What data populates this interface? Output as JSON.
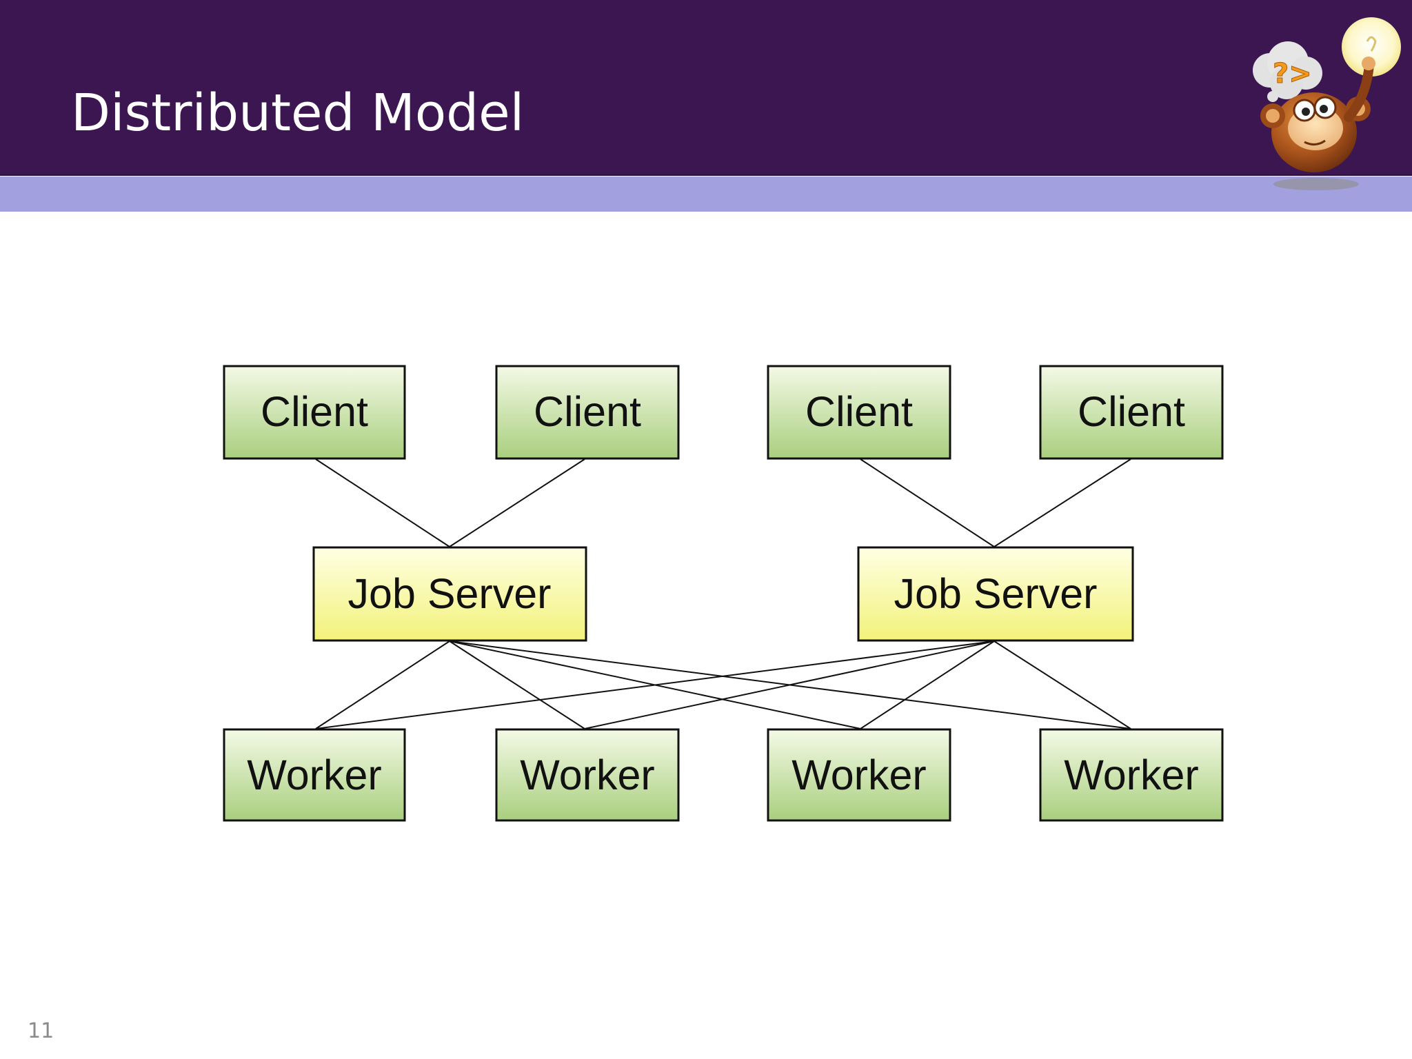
{
  "slide": {
    "title": "Distributed Model",
    "number": "11"
  },
  "mascot": {
    "icon": "confused-monkey-lightbulb-icon",
    "thought_text": "?>"
  },
  "diagram": {
    "clients": [
      "Client",
      "Client",
      "Client",
      "Client"
    ],
    "job_servers": [
      "Job Server",
      "Job Server"
    ],
    "workers": [
      "Worker",
      "Worker",
      "Worker",
      "Worker"
    ],
    "colors": {
      "header": "#3b1650",
      "stripe": "#a3a0e0",
      "green_top": "#f4f9e6",
      "green_bottom": "#a9cf7e",
      "yellow_top": "#ffffe4",
      "yellow_bottom": "#f2f27a"
    }
  }
}
